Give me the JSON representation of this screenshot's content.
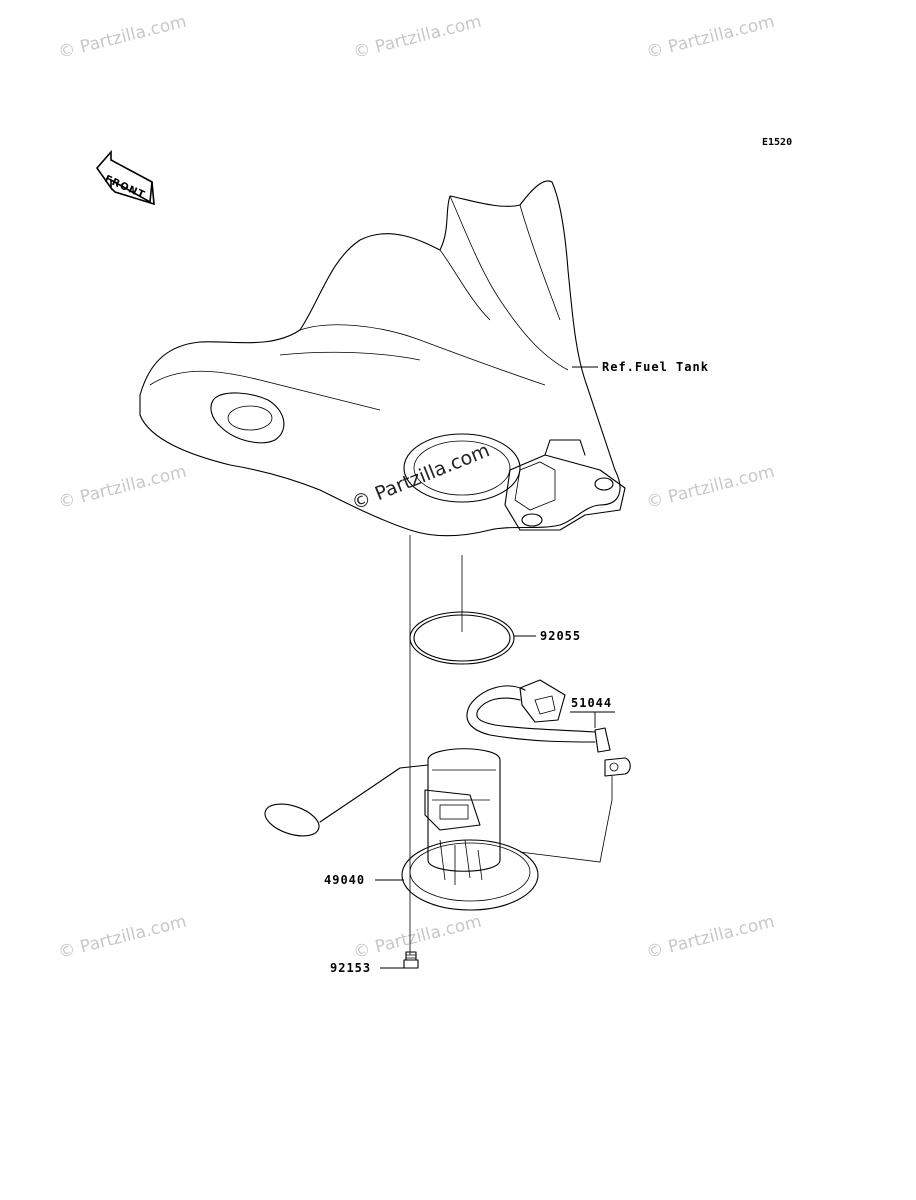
{
  "diagram_code": "E1520",
  "front_label": "FRONT",
  "watermark": "© Partzilla.com",
  "parts": [
    {
      "number": "92055"
    },
    {
      "number": "51044"
    },
    {
      "number": "49040"
    },
    {
      "number": "92153"
    }
  ],
  "reference_label": "Ref.Fuel Tank"
}
